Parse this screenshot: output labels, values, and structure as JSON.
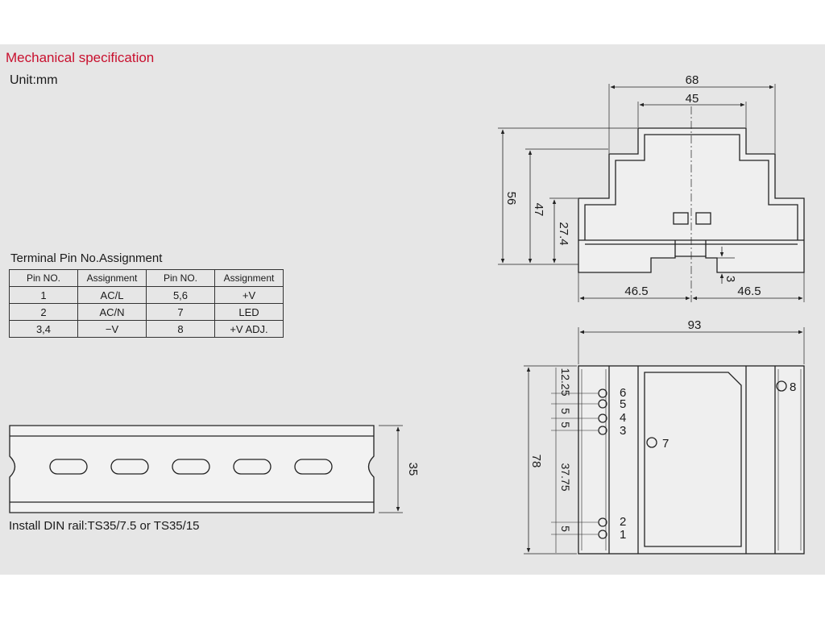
{
  "header": {
    "title": "Mechanical specification",
    "unit": "Unit:mm"
  },
  "terminal_table": {
    "title": "Terminal Pin No.Assignment",
    "headers": [
      "Pin NO.",
      "Assignment",
      "Pin NO.",
      "Assignment"
    ],
    "rows": [
      [
        "1",
        "AC/L",
        "5,6",
        "+V"
      ],
      [
        "2",
        "AC/N",
        "7",
        "LED"
      ],
      [
        "3,4",
        "−V",
        "8",
        "+V ADJ."
      ]
    ]
  },
  "din_rail": {
    "note": "Install DIN rail:TS35/7.5 or TS35/15",
    "height_dim": "35"
  },
  "side_view": {
    "dims": {
      "width_top": "68",
      "width_inner": "45",
      "height_total": "56",
      "height_mid": "47",
      "height_low": "27.4",
      "half_left": "46.5",
      "half_right": "46.5",
      "clip": "3"
    }
  },
  "top_view": {
    "dims": {
      "width": "93",
      "height": "78",
      "pitch_top": "12.25",
      "pitch_a": "5",
      "pitch_b": "5",
      "gap": "37.75",
      "pitch_bottom": "5"
    },
    "pins": {
      "p6": "6",
      "p5": "5",
      "p4": "4",
      "p3": "3",
      "p2": "2",
      "p1": "1",
      "p7": "7",
      "p8": "8"
    }
  }
}
